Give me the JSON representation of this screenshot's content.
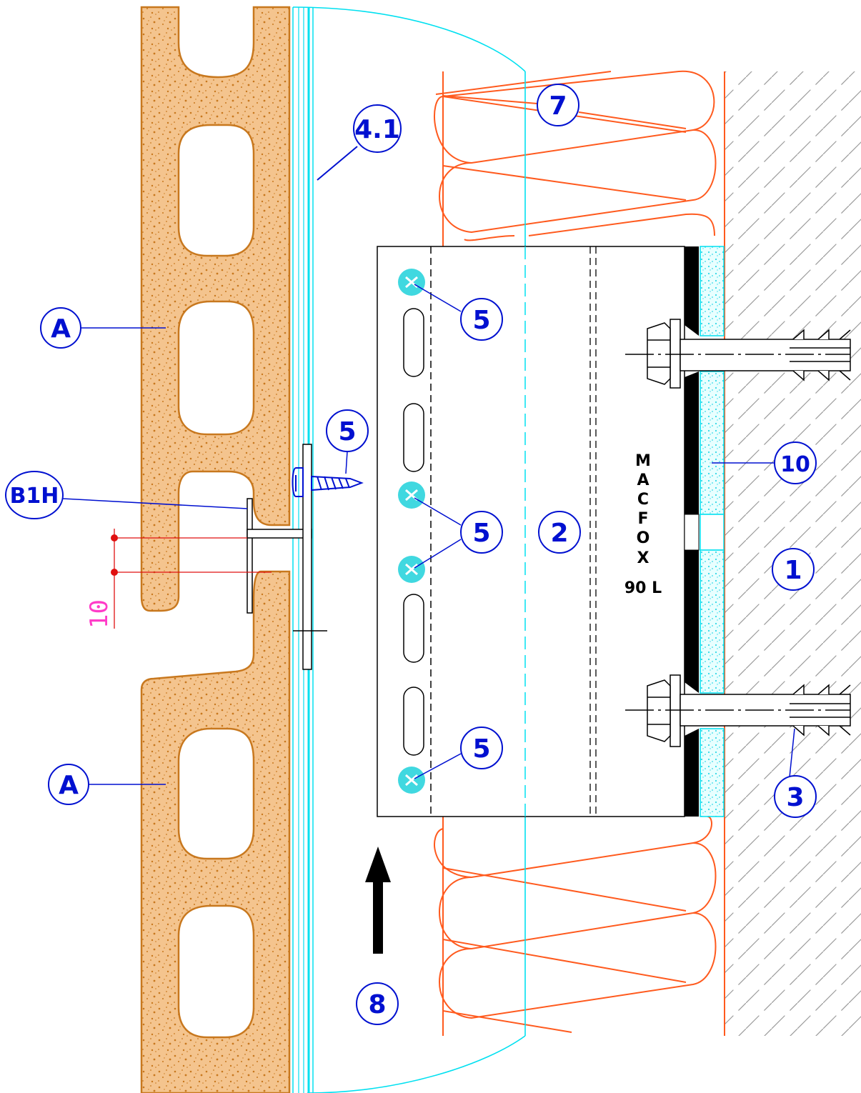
{
  "colors": {
    "tile_fill": "#f4c48e",
    "tile_stroke": "#c8781e",
    "tile_dots": "#c8781e",
    "insulation": "#ff5a1e",
    "cyan": "#00e0f0",
    "callout_blue": "#0010d0",
    "dimension_red": "#e01010",
    "dimension_text": "#ff3cc8",
    "hatch": "#9a9a9a",
    "metal": "#000000"
  },
  "callouts": {
    "tile_upper": "A",
    "tile_lower": "A",
    "clip": "B1H",
    "rail": "4.1",
    "screw_clip": "5",
    "screw_top": "5",
    "screw_mid": "5",
    "screw_bottom": "5",
    "bracket": "2",
    "insulation": "7",
    "thermal_pad": "10",
    "wall": "1",
    "anchor": "3",
    "airflow": "8"
  },
  "dimension": {
    "value": "10"
  },
  "bracket_label": {
    "letters": [
      "M",
      "A",
      "C",
      "F",
      "O",
      "X"
    ],
    "model": "90 L"
  }
}
